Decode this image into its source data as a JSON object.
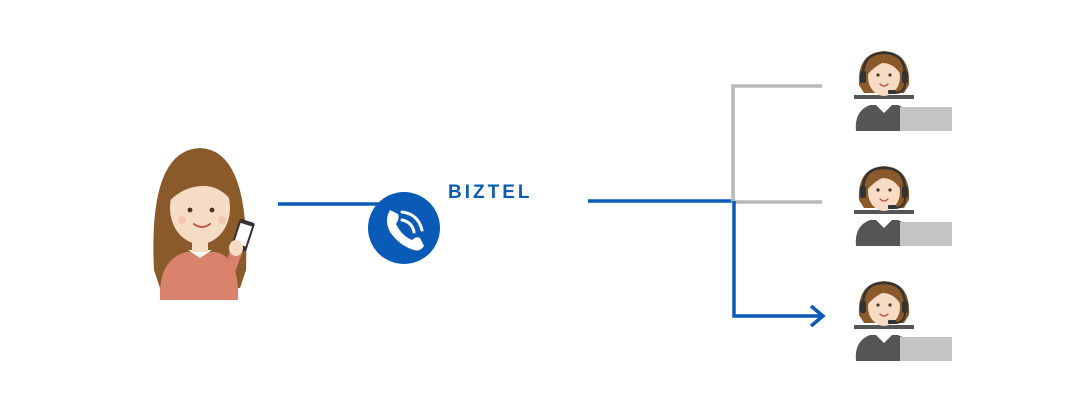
{
  "diagram": {
    "brand_label": "BIZTEL",
    "colors": {
      "accent": "#0a5bb8",
      "inactive_line": "#b9b9b9",
      "hair": "#8a5a2b",
      "skin": "#f6dcc4",
      "caller_shirt": "#d9826c",
      "agent_shirt": "#555555",
      "desk": "#c4c4c4"
    },
    "icons": {
      "caller": "woman-with-smartphone-icon",
      "hub": "phone-handset-icon",
      "agents": "operator-with-headset-icon"
    },
    "routing": {
      "agents_total": 3,
      "active_agent_index": 3
    }
  }
}
